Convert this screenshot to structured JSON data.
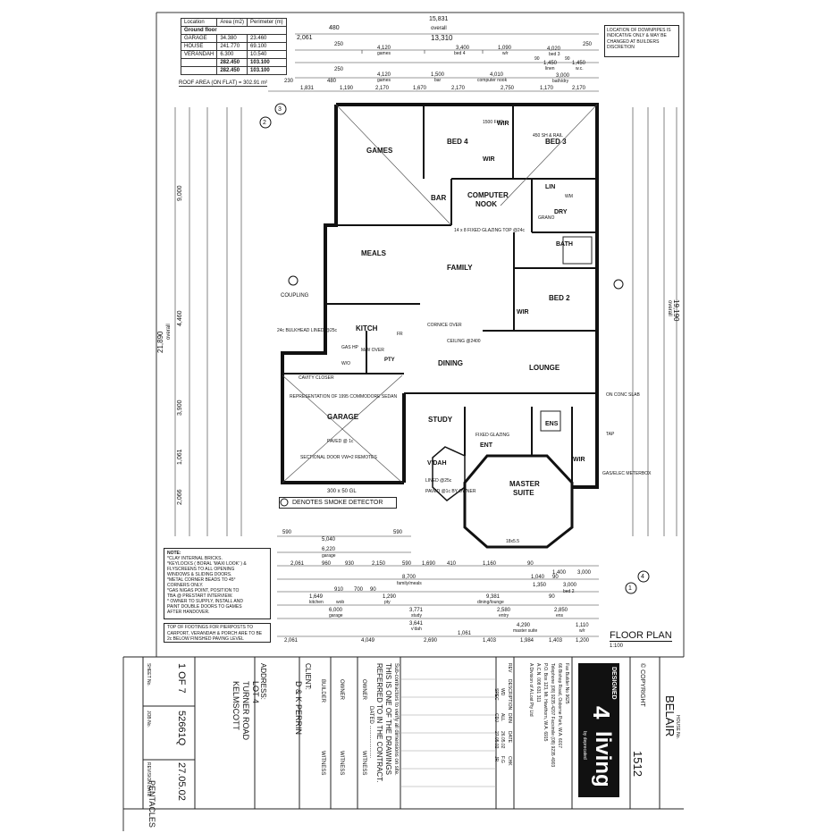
{
  "area_table": {
    "headers": [
      "Location",
      "Area (m2)",
      "Perimeter (m)"
    ],
    "group": "Ground floor",
    "rows": [
      [
        "GARAGE",
        "34.380",
        "23.460"
      ],
      [
        "HOUSE",
        "241.770",
        "69.100"
      ],
      [
        "VERANDAH",
        "6.300",
        "10.540"
      ]
    ],
    "subtotal": [
      "282.450",
      "103.100"
    ],
    "total": [
      "282.450",
      "103.100"
    ]
  },
  "roof_area": "ROOF AREA (ON FLAT) = 302.91 m²",
  "downpipes_note": "LOCATION OF DOWNPIPES IS INDICATIVE ONLY & MAY BE CHANGED AT BUILDERS DISCRETION",
  "top_dims": {
    "overall_label": "overall",
    "overall_value": "13,310",
    "overall_top": "15,831",
    "row1": [
      "2,061",
      "480"
    ],
    "row2": [
      "250",
      "4,120",
      "games",
      "3,400",
      "bed 4",
      "1,090",
      "w/r",
      "250"
    ],
    "row3": [
      "4,020",
      "bed 3"
    ],
    "row4": [
      "250",
      "4,120",
      "games",
      "1,500",
      "bar",
      "4,010",
      "computer nook",
      "90",
      "1,450",
      "linen",
      "90",
      "1,450",
      "w.c."
    ],
    "row5": [
      "3,000",
      "bath/dry"
    ],
    "row6": [
      "230",
      "1,831",
      "480",
      "1,190",
      "2,170",
      "1,670",
      "2,170",
      "2,750",
      "1,170",
      "2,170"
    ]
  },
  "rooms": {
    "games": "GAMES",
    "bed4": "BED 4",
    "bed3": "BED 3",
    "wir1": "WIR",
    "wir2": "WIR",
    "wir3": "WIR",
    "wir4": "WIR",
    "bar": "BAR",
    "computer_nook_1": "COMPUTER",
    "computer_nook_2": "NOOK",
    "lin": "LIN",
    "dry": "DRY",
    "meals": "MEALS",
    "family": "FAMILY",
    "bath": "BATH",
    "bed2": "BED 2",
    "kitch": "KITCH",
    "dining": "DINING",
    "lounge": "LOUNGE",
    "pty": "PTY",
    "garage": "GARAGE",
    "study": "STUDY",
    "ens": "ENS",
    "ent": "ENT",
    "vdah": "V'DAH",
    "master_1": "MASTER",
    "master_2": "SUITE"
  },
  "notes_plan": {
    "fixed_glazing": "14 x 8 FIXED GLAZING TOP @24c",
    "cornice": "CORNICE OVER",
    "ceiling": "CEILING @2400",
    "coupling": "COUPLING",
    "bulkhead": "24c BULKHEAD LINED @25c",
    "cavity_closer": "CAVITY CLOSER",
    "representation": "REPRESENTATION OF 1995 COMMODORE SEDAN",
    "sectional_door": "SECTIONAL DOOR VW=2 REMOTES",
    "paved": "PAVED @ 1c",
    "slab": "300 x 50 GL",
    "smoke": "DENOTES SMOKE DETECTOR",
    "lined": "LINED @25c",
    "paved_owner": "PAVED @1c BY OWNER",
    "fixed_glazing_2": "FIXED GLAZING",
    "gas_elec": "GAS/ELEC METERBOX",
    "fo_1500": "1500 FHO",
    "shelf_rail": "450 SH & RAIL",
    "grano": "GRANO",
    "wm": "WM",
    "gas": "GAS HP",
    "mw": "M/W OVER",
    "wo": "W/O",
    "fr": "FR",
    "tap": "TAP",
    "on_conc": "ON CONC SLAB",
    "slab_dims": "18x5.5"
  },
  "side_dims": {
    "left_overall": "21,890",
    "left_overall_label": "overall",
    "left_a": "9,000",
    "left_b": "4,460",
    "left_c": "3,900",
    "left_d": "1,061",
    "left_e": "2,066",
    "right_overall": "19,190",
    "right_overall_label": "overall"
  },
  "bottom_dims": {
    "row1": [
      "590",
      "590"
    ],
    "row2": [
      "6,220",
      "garage"
    ],
    "row3": [
      "5,040"
    ],
    "row4": [
      "2,061",
      "960",
      "930",
      "2,150",
      "590",
      "1,690",
      "410",
      "1,160",
      "90",
      "1,400",
      "3,000"
    ],
    "row5": [
      "8,700",
      "family/meals",
      "1,040",
      "90",
      "1,350",
      "3,000",
      "bed 2"
    ],
    "row6": [
      "1,649",
      "kitchen",
      "910",
      "wob",
      "700",
      "90",
      "1,290",
      "pty",
      "9,381",
      "dining/lounge",
      "90"
    ],
    "row7": [
      "6,000",
      "garage",
      "3,771",
      "study",
      "2,580",
      "entry",
      "2,850",
      "ens"
    ],
    "row8": [
      "3,641",
      "v'dah",
      "4,290",
      "master suite",
      "1,110",
      "w/r"
    ],
    "row9": [
      "2,061",
      "4,049",
      "2,690",
      "1,061",
      "1,403",
      "1,984",
      "1,403",
      "1,200"
    ]
  },
  "note_box": {
    "title": "NOTE:",
    "lines": [
      "*CLAY INTERNAL BRICKS.",
      "*KEYLOCKS ( BORAL 'MAXI LOOK' ) &",
      "FLYSCREENS TO ALL OPENING",
      "WINDOWS & SLIDING DOORS.",
      "*METAL CORNER BEADS TO 45°",
      "CORNERS ONLY.",
      "*GAS NIGAS POINT, POSITION TO",
      "TBA @ PRESTART INTERVIEW.",
      "* OWNER TO SUPPLY, INSTALL AND",
      "PAINT DOUBLE DOORS TO GAMES",
      "AFTER HANDOVER."
    ]
  },
  "footing_note": "TOP OF FOOTINGS FOR PIERPOSTS TO CARPORT, VERANDAH & PORCH ARE TO BE 2c BELOW FINISHED PAVING LEVEL",
  "floor_plan_title": "FLOOR PLAN",
  "scale": "1:100",
  "markers": [
    "2",
    "3",
    "1",
    "4"
  ],
  "title_block": {
    "sheet_label": "SHEET No.",
    "sheet_value": "1 OF 7",
    "job_label": "JOB No.",
    "job_value": "52661Q",
    "revision_label": "REVISION DATE",
    "revision_value": "27.05.02",
    "address_label": "ADDRESS:",
    "address_lines": [
      "LOT 4",
      "TURNER ROAD",
      "KELMSCOTT"
    ],
    "client_label": "CLIENT:",
    "client_value": "D & K PERRIN",
    "builder": "BUILDER",
    "owner1": "OWNER",
    "owner2": "OWNER",
    "witness1": "WITNESS",
    "witness2": "WITNESS",
    "witness3": "WITNESS",
    "contract_note_1": "Sub-contractors to verify all dimensions on site.",
    "contract_note_2": "THIS IS ONE OF THE DRAWINGS",
    "contract_note_3": "REFERRED TO IN THE CONTRACT.",
    "dated": "DATED ......................",
    "rev_headers": [
      "REV",
      "DESCRIPTION",
      "DRN",
      "DATE",
      "CHK"
    ],
    "rev_rows": [
      [
        "",
        "WD",
        "ALL",
        "26.05.02",
        "F.G"
      ],
      [
        "",
        "SPEC",
        "CDJ",
        "27.05.02",
        "JR"
      ]
    ],
    "company_address_1": "Fax Builder No 9625",
    "company_address_2": "66 Bishop Road, Osborne Park, W.A. 6017",
    "company_address_3": "Telephone (08) 9235 4207 Facsimile (08) 9235 4903",
    "company_address_4": "P.O. Box 123, Mt. Hawthorn, W.A. 6915",
    "company_address_5": "A.C.N. 008 631 311",
    "division": "A Division of A Lost Pty Ltd",
    "designed": "DESIGNED",
    "brand_num": "4",
    "brand": "living",
    "brand_sub": "by deprecated",
    "copyright": "© COPYRIGHT",
    "house_no_label": "HOUSE No.",
    "house_name": "BELAIR",
    "house_no": "1512",
    "pentacles": "PENTACLES"
  }
}
